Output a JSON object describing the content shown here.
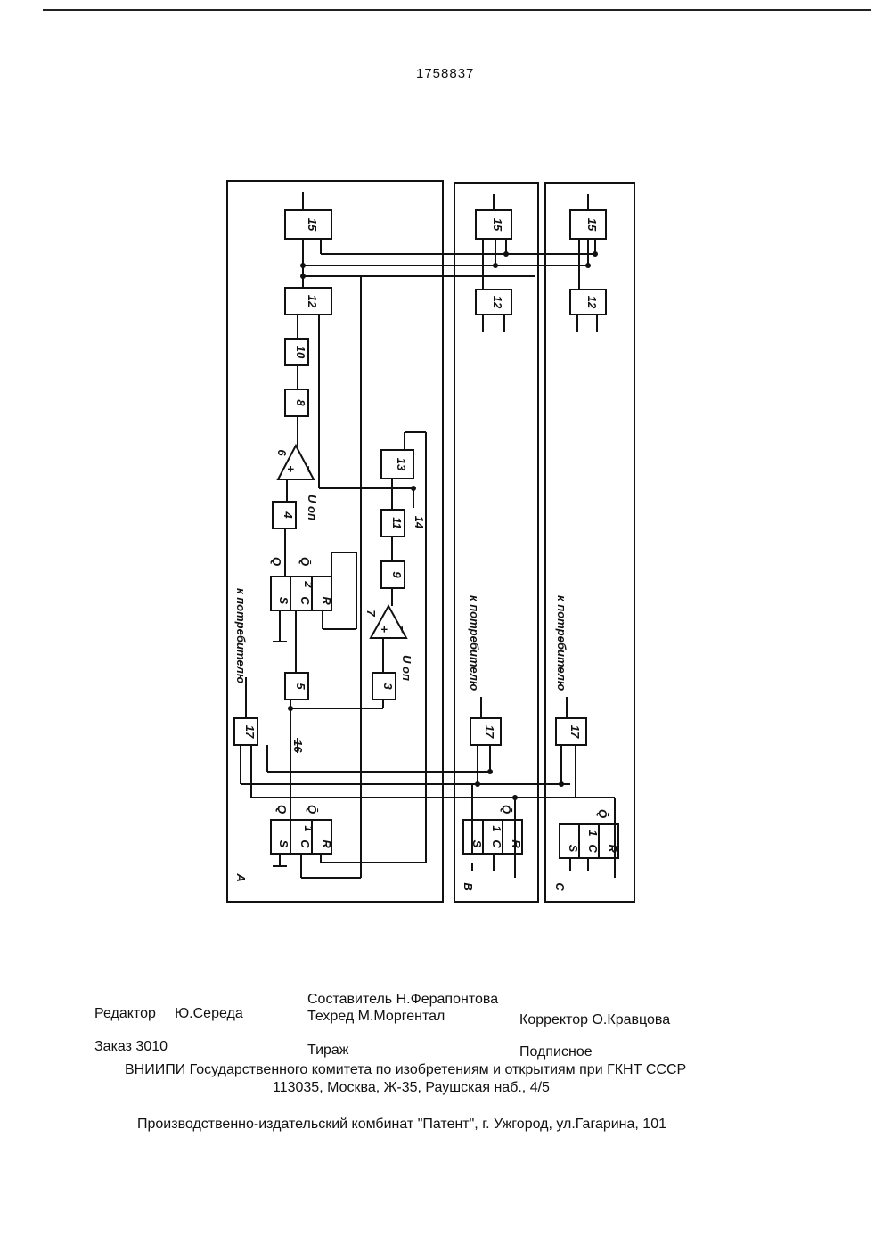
{
  "page": {
    "patent_number": "1758837"
  },
  "diagram": {
    "sections": [
      "A",
      "B",
      "C"
    ],
    "blocks": {
      "b15": "15",
      "b12": "12",
      "b10": "10",
      "b8": "8",
      "b6": "6",
      "b4": "4",
      "b2": "2",
      "b13": "13",
      "b11": "11",
      "b14": "14",
      "b9": "9",
      "b7": "7",
      "b5": "5",
      "b3": "3",
      "b16": "16",
      "b17": "17",
      "b1": "1"
    },
    "pins": {
      "s": "S",
      "c": "C",
      "r": "R",
      "q": "Q",
      "qbar": "Q̄",
      "plus": "+",
      "minus": "−"
    },
    "consumer_label": "к потребителю",
    "reference_voltage": "U оп"
  },
  "footer": {
    "editor_label": "Редактор",
    "editor_name": "Ю.Середа",
    "compiler": "Составитель Н.Ферапонтова",
    "techred": "Техред М.Моргентал",
    "corrector": "Корректор О.Кравцова",
    "order": "Заказ 3010",
    "circulation": "Тираж",
    "subscription": "Подписное",
    "org_line": "ВНИИПИ Государственного комитета по изобретениям и открытиям при ГКНТ СССР",
    "address": "113035, Москва, Ж-35, Раушская наб., 4/5",
    "publisher": "Производственно-издательский комбинат \"Патент\", г. Ужгород, ул.Гагарина, 101"
  }
}
